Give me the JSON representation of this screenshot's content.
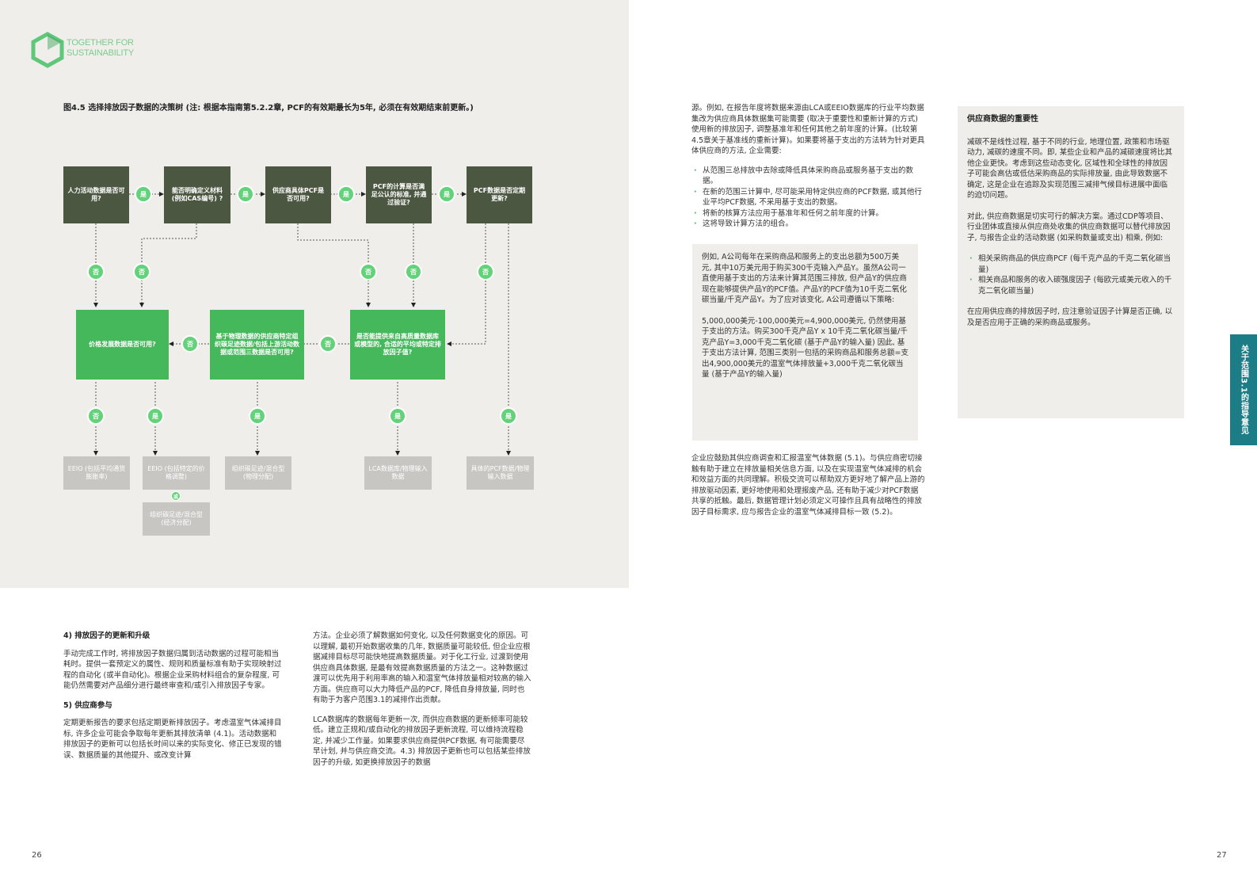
{
  "logo": {
    "line1": "TOGETHER FOR",
    "line2": "SUSTAINABILITY"
  },
  "figure": {
    "title": "图4.5 选择排放因子数据的决策树 (注: 根据本指南第5.2.2章, PCF的有效期最长为5年, 必须在有效期结束前更新。)",
    "top_row": [
      "人力活动数据是否可用?",
      "能否明确定义材料 (例如CAS编号) ?",
      "供应商具体PCF是否可用?",
      "PCF的计算是否满足公认的标准, 并通过验证?",
      "PCF数据是否定期更新?"
    ],
    "mid_row": [
      "价格发展数据是否可用?",
      "基于物理数据的供应商特定组织碳足迹数据/包括上游活动数据或范围三数据是否可用?",
      "是否能提供来自高质量数据库或模型的, 合适的平均或特定排放因子值?"
    ],
    "outcomes": [
      "EEIO (包括平均通货膨胀率)",
      "EEIO (包括特定的价格调整)",
      "组织碳足迹/混合型 (物理分配)",
      "LCA数据库/物理输入数据",
      "具体的PCF数据/物理输入数据",
      "组织碳足迹/混合型 (经济分配)"
    ],
    "yes": "是",
    "no": "否",
    "or": "或"
  },
  "left_col1": {
    "heading1": "4) 排放因子的更新和升级",
    "para1": "手动完成工作时, 将排放因子数据归属到活动数据的过程可能相当耗时。提供一套预定义的属性、规则和质量标准有助于实现映射过程的自动化 (或半自动化)。根据企业采购材料组合的复杂程度, 可能仍然需要对产品细分进行最终审查和/或引入排放因子专家。",
    "heading2": "5) 供应商参与",
    "para2": "定期更新报告的要求包括定期更新排放因子。考虑温室气体减排目标, 许多企业可能会争取每年更新其排放清单 (4.1)。活动数据和排放因子的更新可以包括长时间以来的实际变化、修正已发现的错误、数据质量的其他提升、或改变计算"
  },
  "left_col2": {
    "para1": "方法。企业必须了解数据如何变化, 以及任何数据变化的原因。可以理解, 最初开始数据收集的几年, 数据质量可能较低, 但企业应根据减排目标尽可能快地提高数据质量。对于化工行业, 过渡到使用供应商具体数据, 是最有效提高数据质量的方法之一。这种数据过渡可以优先用于利用率高的输入和温室气体排放量相对较高的输入方面。供应商可以大力降低产品的PCF, 降低自身排放量, 同时也有助于为客户范围3.1的减排作出贡献。",
    "para2": "LCA数据库的数据每年更新一次, 而供应商数据的更新频率可能较低。建立正规和/或自动化的排放因子更新流程, 可以维持流程稳定, 并减少工作量。如果要求供应商提供PCF数据, 有可能需要尽早计划, 并与供应商交流。4.3) 排放因子更新也可以包括某些排放因子的升级, 如更换排放因子的数据"
  },
  "right_col1": {
    "para1": "源。例如, 在报告年度将数据来源由LCA或EEIO数据库的行业平均数据集改为供应商具体数据集可能需要 (取决于重要性和重新计算的方式) 使用新的排放因子, 调整基准年和任何其他之前年度的计算。(比较第4.5章关于基准线的重新计算)。如果要将基于支出的方法转为针对更具体供应商的方法, 企业需要:",
    "bullets": [
      "从范围三总排放中去除或降低具体采购商品或服务基于支出的数据。",
      "在新的范围三计算中, 尽可能采用特定供应商的PCF数据, 或其他行业平均PCF数据, 不采用基于支出的数据。",
      "将新的核算方法应用于基准年和任何之前年度的计算。",
      "这将导致计算方法的组合。"
    ],
    "example_p1": "例如, A公司每年在采购商品和服务上的支出总额为500万美元, 其中10万美元用于购买300千克输入产品Y。虽然A公司一直使用基于支出的方法来计算其范围三排放, 但产品Y的供应商现在能够提供产品Y的PCF值。产品Y的PCF值为10千克二氧化碳当量/千克产品Y。为了应对该变化, A公司遵循以下策略:",
    "example_p2": "5,000,000美元-100,000美元=4,900,000美元, 仍然使用基于支出的方法。购买300千克产品Y x 10千克二氧化碳当量/千克产品Y=3,000千克二氧化碳 (基于产品Y的输入量) 因此, 基于支出方法计算, 范围三类别一包括的采购商品和服务总额=支出4,900,000美元的温室气体排放量+3,000千克二氧化碳当量 (基于产品Y的输入量)",
    "para2": "企业应鼓励其供应商调查和汇报温室气体数据 (5.1)。与供应商密切接触有助于建立在排放量相关信息方面, 以及在实现温室气体减排的机会和效益方面的共同理解。积极交流可以帮助双方更好地了解产品上游的排放驱动因素, 更好地使用和处理报废产品, 还有助于减少对PCF数据共享的抵触。最后, 数据管理计划必须定义可操作且具有战略性的排放因子目标需求, 应与报告企业的温室气体减排目标一致 (5.2)。"
  },
  "side_box": {
    "heading": "供应商数据的重要性",
    "para1": "减碳不是线性过程, 基于不同的行业, 地理位置, 政策和市场驱动力, 减碳的速度不同。即, 某些企业和产品的减碳速度将比其他企业更快。考虑到这些动态变化, 区域性和全球性的排放因子可能会高估或低估采购商品的实际排放量, 由此导致数据不确定, 这是企业在追踪及实现范围三减排气候目标进展中面临的迫切问题。",
    "para2": "对此, 供应商数据是切实可行的解决方案。通过CDP等项目、行业团体或直接从供应商处收集的供应商数据可以替代排放因子, 与报告企业的活动数据 (如采购数量或支出) 相乘, 例如:",
    "bullets": [
      "相关采购商品的供应商PCF (每千克产品的千克二氧化碳当量)",
      "相关商品和服务的收入碳强度因子 (每欧元或美元收入的千克二氧化碳当量)"
    ],
    "para3": "在应用供应商的排放因子时, 应注意验证因子计算是否正确, 以及是否应用于正确的采购商品或服务。"
  },
  "side_tab": "关于范围3.1的指导意见",
  "pages": {
    "left": "26",
    "right": "27"
  },
  "colors": {
    "dark_box": "#4c5741",
    "green_box": "#45b85c",
    "badge": "#63d27a",
    "grey_box": "#c7c6c3",
    "tab": "#1d7d86"
  }
}
